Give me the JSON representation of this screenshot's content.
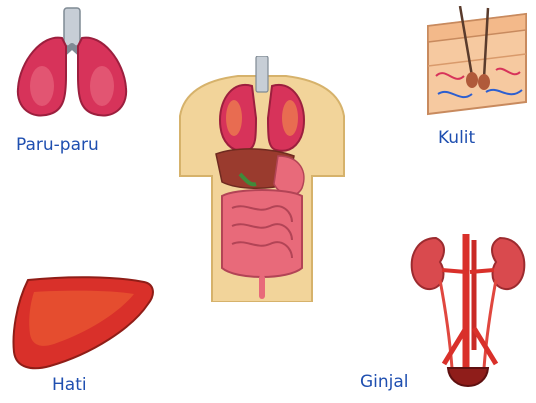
{
  "labels": {
    "lungs": "Paru-paru",
    "skin": "Kulit",
    "liver": "Hati",
    "kidney": "Ginjal"
  },
  "colors": {
    "label_text": "#1f4fb0",
    "organ_red": "#d9302a",
    "lung_pink": "#c92d5a",
    "body_skin": "#f2d49a",
    "intestine_pink": "#e86a7a",
    "skin_tissue": "#f6c9a0"
  }
}
